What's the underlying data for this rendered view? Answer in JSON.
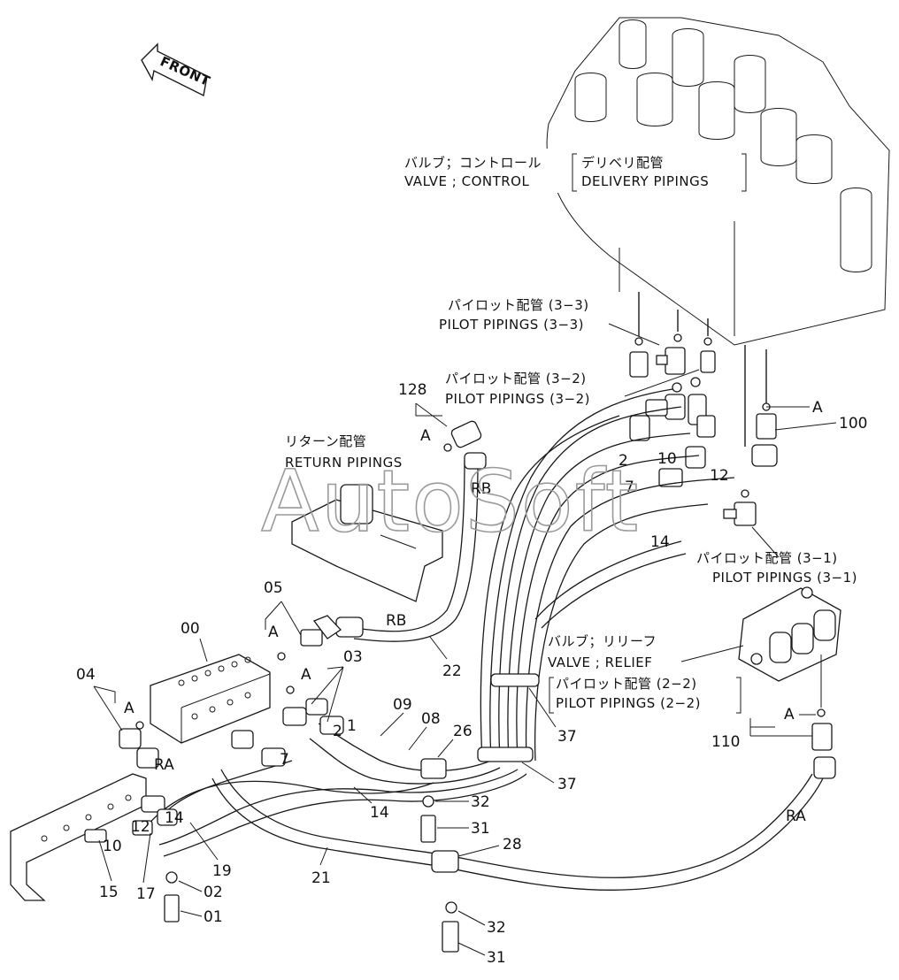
{
  "front_label": "FRONT",
  "watermark": "AutoSoft",
  "assemblies": {
    "control_valve_jp": "バルブ；コントロール",
    "control_valve_en": "VALVE ; CONTROL",
    "delivery_jp": "デリベリ配管",
    "delivery_en": "DELIVERY PIPINGS",
    "pilot_3_3_jp": "パイロット配管 (3−3)",
    "pilot_3_3_en": "PILOT PIPINGS (3−3)",
    "pilot_3_2_jp": "パイロット配管 (3−2)",
    "pilot_3_2_en": "PILOT PIPINGS (3−2)",
    "return_jp": "リターン配管",
    "return_en": "RETURN PIPINGS",
    "pilot_3_1_jp": "パイロット配管 (3−1)",
    "pilot_3_1_en": "PILOT PIPINGS (3−1)",
    "relief_jp": "バルブ；リリーフ",
    "relief_en": "VALVE ; RELIEF",
    "pilot_2_2_jp": "パイロット配管 (2−2)",
    "pilot_2_2_en": "PILOT PIPINGS (2−2)"
  },
  "callouts": {
    "c128": "128",
    "c100": "100",
    "c110": "110",
    "c00": "00",
    "c01": "01",
    "c02": "02",
    "c03": "03",
    "c04": "04",
    "c05": "05",
    "c08": "08",
    "c09": "09",
    "c10": "10",
    "c12": "12",
    "c14": "14",
    "c15": "15",
    "c17": "17",
    "c19": "19",
    "c21": "21",
    "c22": "22",
    "c26": "26",
    "c28": "28",
    "c31": "31",
    "c32": "32",
    "c37": "37",
    "a": "A",
    "rb": "RB",
    "ra": "RA",
    "two": "2",
    "seven": "7",
    "one": "1"
  }
}
